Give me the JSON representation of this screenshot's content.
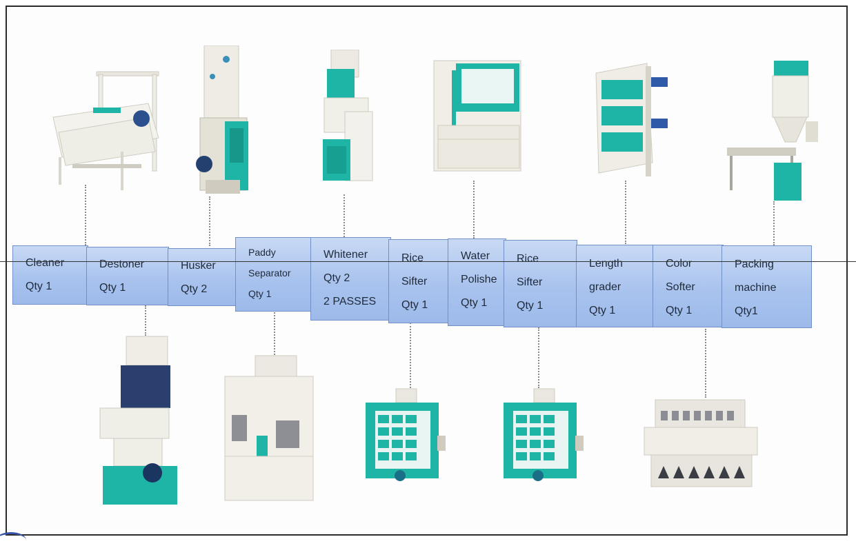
{
  "steps": [
    {
      "lines": [
        "Cleaner",
        "Qty 1"
      ]
    },
    {
      "lines": [
        "Destoner",
        "Qty 1"
      ]
    },
    {
      "lines": [
        "Husker",
        "Qty 2"
      ]
    },
    {
      "lines": [
        "Paddy",
        "Separator",
        "Qty 1"
      ]
    },
    {
      "lines": [
        "Whitener",
        "Qty 2",
        "2 PASSES"
      ]
    },
    {
      "lines": [
        "Rice",
        "Sifter",
        "Qty 1"
      ]
    },
    {
      "lines": [
        "Water",
        "Polishe",
        "Qty 1"
      ]
    },
    {
      "lines": [
        "Rice",
        "Sifter",
        "Qty 1"
      ]
    },
    {
      "lines": [
        "Length",
        "grader",
        "Qty 1"
      ]
    },
    {
      "lines": [
        "Color",
        "Softer",
        "Qty 1"
      ]
    },
    {
      "lines": [
        "Packing",
        "machine",
        "Qty1"
      ]
    }
  ],
  "colors": {
    "box_fill": "#a9c3ee",
    "box_border": "#6f8fc6",
    "machine_teal": "#1fb5a6",
    "machine_white": "#f2f2ee"
  }
}
